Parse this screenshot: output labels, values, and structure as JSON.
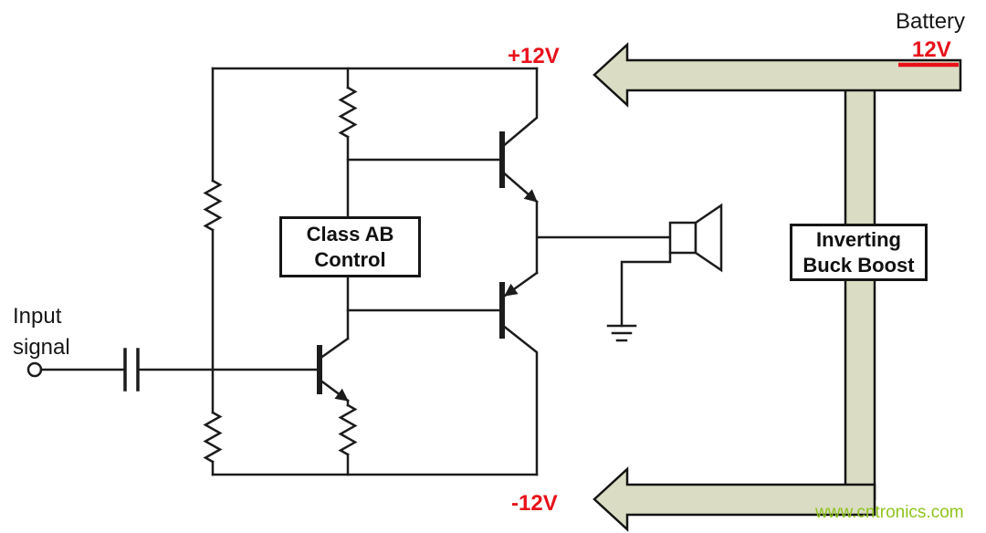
{
  "diagram": {
    "input_label": {
      "line1": "Input",
      "line2": "signal"
    },
    "rails": {
      "positive": "+12V",
      "negative": "-12V"
    },
    "battery": {
      "name": "Battery",
      "voltage": "12V"
    },
    "blocks": {
      "class_ab_control": {
        "line1": "Class AB",
        "line2": "Control"
      },
      "inverting_buck_boost": {
        "line1": "Inverting",
        "line2": "Buck Boost"
      }
    },
    "watermark": "www.cntronics.com",
    "components": [
      "input-terminal",
      "coupling-capacitor",
      "bias-resistor-upper",
      "bias-resistor-lower",
      "collector-resistor",
      "emitter-resistor",
      "driver-npn-transistor",
      "output-npn-transistor",
      "output-pnp-transistor",
      "speaker",
      "ground",
      "power-flow-arrow-top",
      "power-flow-arrow-bottom",
      "power-bus-vertical"
    ],
    "colors": {
      "page_bg": "#ffffff",
      "wire": "#1c1c1c",
      "accent_red": "#e8111a",
      "arrow_fill": "#dadcc3",
      "watermark_green": "#8fc31f"
    }
  }
}
